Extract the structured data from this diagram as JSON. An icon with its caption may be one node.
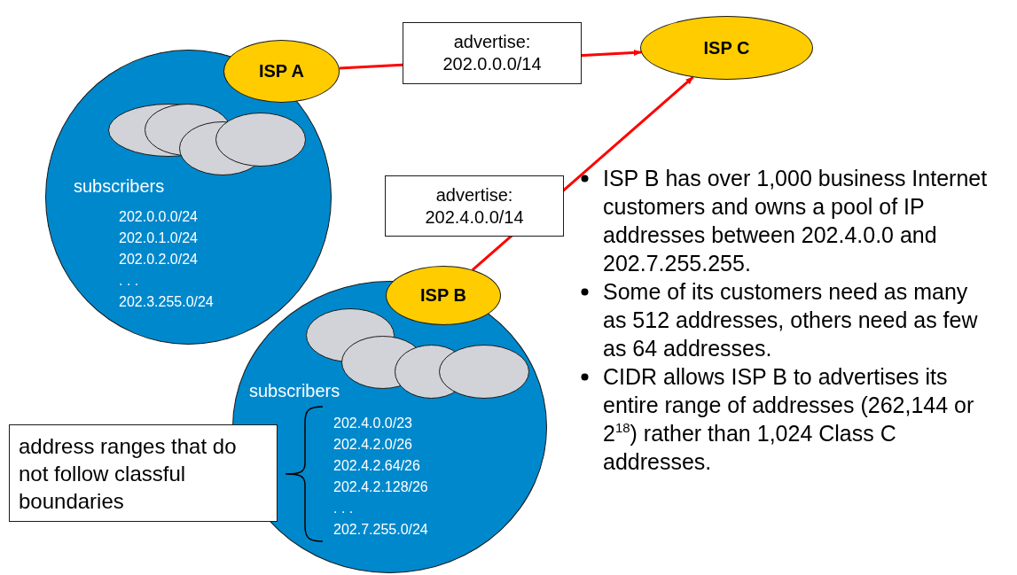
{
  "diagram": {
    "nodes": [
      {
        "text": [
          "subscribers",
          "202.0.0.0/24",
          "202.0.1.0/24",
          "202.0.2.0/24",
          ". . .",
          "202.3.255.0/24"
        ]
      },
      {
        "text": [],
        "shape": "cloud",
        "in": 0
      },
      {
        "text": [
          "ISP A"
        ]
      },
      {
        "text": [
          "ISP C"
        ]
      },
      {
        "text": [
          "subscribers",
          "202.4.0.0/23",
          "202.4.2.0/26",
          "202.4.2.64/26",
          "202.4.2.128/26",
          ". . .",
          "202.7.255.0/24"
        ]
      },
      {
        "text": [],
        "shape": "cloud",
        "in": 4
      },
      {
        "text": [
          "ISP B"
        ]
      },
      {
        "text": [
          "address ranges that do not follow classful boundaries"
        ]
      }
    ],
    "edges": [
      {
        "from": 2,
        "to": 3,
        "arrow": "to",
        "label": "advertise: 202.0.0.0/14"
      },
      {
        "from": 6,
        "to": 3,
        "arrow": "to",
        "label": "advertise: 202.4.0.0/14"
      }
    ],
    "labels": [
      "ISP B has over 1,000 business Internet customers and owns a pool of IP addresses between 202.4.0.0 and 202.7.255.255.",
      "Some of its customers need as many as 512 addresses, others need as few as 64 addresses.",
      "CIDR allows ISP B to advertises its entire range of addresses (262,144 or 2$^{18}$) rather than 1,024 Class C addresses."
    ]
  }
}
